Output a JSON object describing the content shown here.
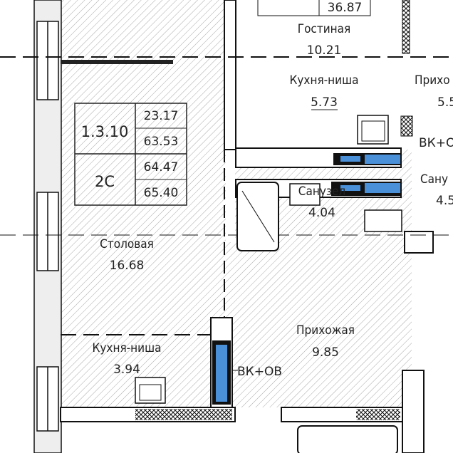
{
  "apartment_table": {
    "number": "1.3.10",
    "type": "2С",
    "area_living": "23.17",
    "area_total": "63.53",
    "area_with_balcony": "64.47",
    "area_full": "65.40"
  },
  "rooms": {
    "top_room_value": "36.87",
    "living_room": {
      "label": "Гостиная",
      "area": "10.21"
    },
    "kitchen_niche_right": {
      "label": "Кухня-ниша",
      "area": "5.73"
    },
    "hallway_right_partial": {
      "label": "Прихо",
      "area": "5.5"
    },
    "bathroom_right_partial": {
      "label": "Сану",
      "area": "4.5"
    },
    "bathroom": {
      "label": "Санузел",
      "area": "4.04"
    },
    "dining_room": {
      "label": "Столовая",
      "area": "16.68"
    },
    "kitchen_niche_left": {
      "label": "Кухня-ниша",
      "area": "3.94"
    },
    "hallway": {
      "label": "Прихожая",
      "area": "9.85"
    }
  },
  "riser_labels": {
    "top": "ВК+ОВ",
    "bottom": "ВК+ОВ"
  },
  "colors": {
    "pipe_blue": "#4a90d9",
    "hatch": "#9a9a9a",
    "wall": "#111111"
  }
}
